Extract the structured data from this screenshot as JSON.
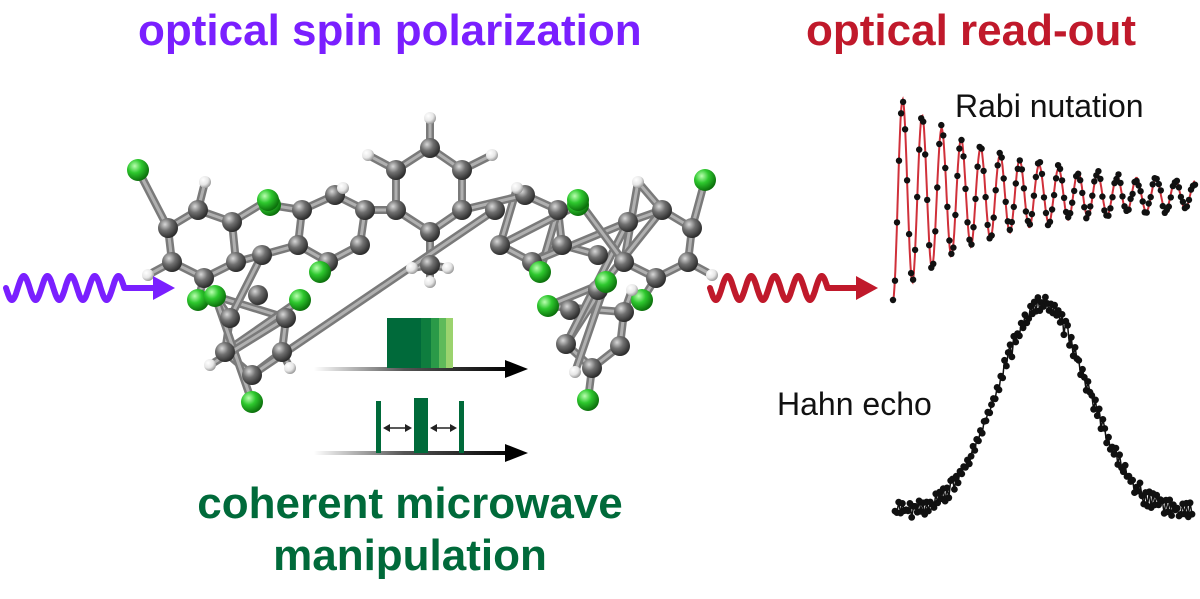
{
  "titles": {
    "spin": "optical spin polarization",
    "readout": "optical read-out",
    "microwave": "coherent microwave manipulation"
  },
  "labels": {
    "rabi": "Rabi nutation",
    "hahn": "Hahn echo"
  },
  "colors": {
    "spin": "#7a1fff",
    "readout": "#c0192b",
    "microwave": "#006a3a",
    "carbon": "#6e6e6e",
    "chlorine": "#2ec82e",
    "hydrogen": "#f0f0f0",
    "fit": "#d0303a",
    "data": "#111111"
  },
  "icons": {
    "pump": "wavy-arrow-icon",
    "probe": "wavy-arrow-icon",
    "pulse": "microwave-pulse-icon"
  }
}
